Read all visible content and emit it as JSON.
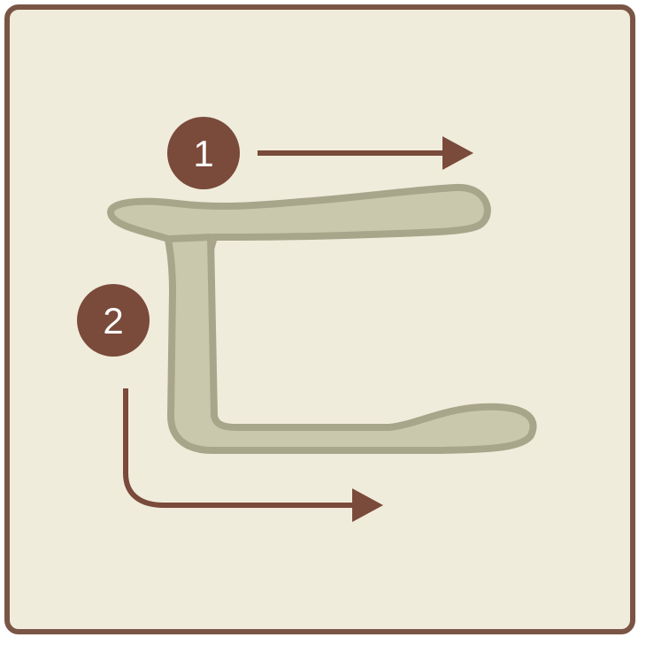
{
  "colors": {
    "background": "#f0ecdb",
    "border": "#7a5545",
    "stroke_shape_fill": "#c9c8ac",
    "stroke_shape_outline": "#a7a68a",
    "marker": "#7a4a3a",
    "arrow": "#7a4a3a"
  },
  "steps": [
    {
      "number": "1",
      "direction": "horizontal-right"
    },
    {
      "number": "2",
      "direction": "down-then-right"
    }
  ]
}
